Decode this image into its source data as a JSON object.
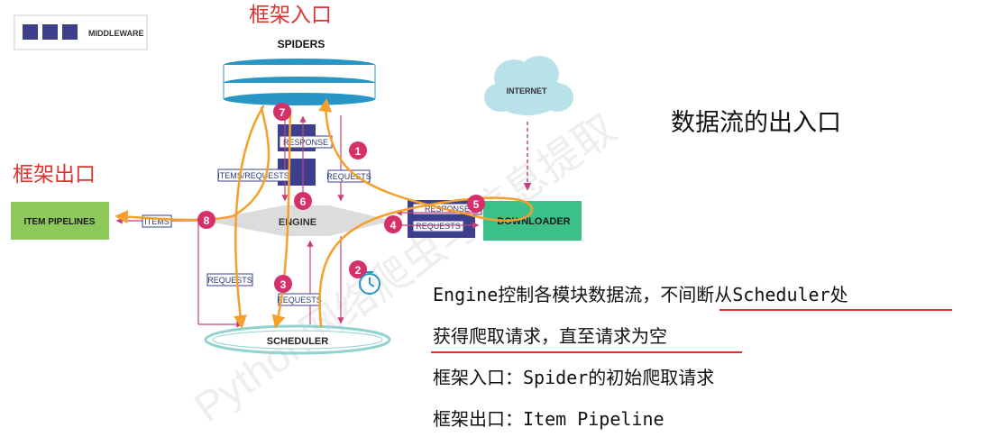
{
  "legend": {
    "label": "MIDDLEWARE",
    "color": "#3d3f8c"
  },
  "annotations": {
    "framework_entry": "框架入口",
    "framework_exit": "框架出口"
  },
  "slide_title": "数据流的出入口",
  "components": {
    "spiders": "SPIDERS",
    "internet": "INTERNET",
    "item_pipelines": "ITEM PIPELINES",
    "engine": "ENGINE",
    "downloader": "DOWNLOADER",
    "scheduler": "SCHEDULER"
  },
  "flow_labels": {
    "response_top": "RESPONSE",
    "items_requests": "ITEMS/REQUESTS",
    "requests_top": "REQUESTS",
    "items": "ITEMS",
    "response_mid": "RESPONSE",
    "requests_mid": "REQUESTS",
    "requests_left": "REQUESTS",
    "requests_bottom": "REQUESTS"
  },
  "steps": [
    "1",
    "2",
    "3",
    "4",
    "5",
    "6",
    "7",
    "8"
  ],
  "notes": {
    "line1_plain": "Engine控制各模块数据流，",
    "line1_red": "不间断从Scheduler处",
    "line2": "获得爬取请求，直至请求为空",
    "line3": "框架入口：Spider的初始爬取请求",
    "line4": "框架出口：Item Pipeline"
  },
  "colors": {
    "accent_red": "#e0332f",
    "orange_flow": "#f5a02a",
    "badge": "#d6306a",
    "pipeline_green": "#8dc95a",
    "downloader_green": "#3cc08a",
    "spider_blue": "#2796c7"
  }
}
